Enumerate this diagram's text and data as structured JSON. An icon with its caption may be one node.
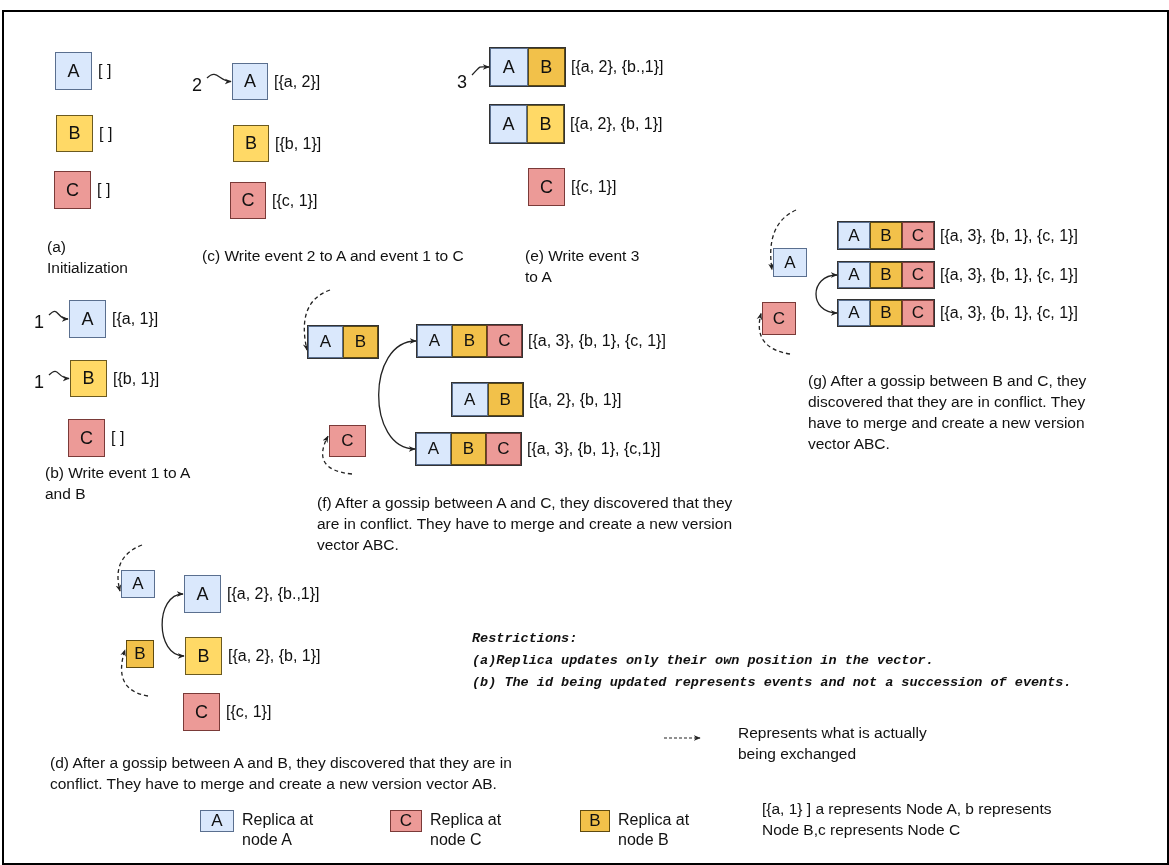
{
  "diagram": {
    "nodes": [
      {
        "text": [
          "A"
        ],
        "beside": [
          "[ ]"
        ]
      },
      {
        "text": [
          "B"
        ],
        "beside": [
          "[ ]"
        ]
      },
      {
        "text": [
          "C"
        ],
        "beside": [
          "[ ]"
        ]
      },
      {
        "text": [
          "1"
        ]
      },
      {
        "text": [
          "A"
        ],
        "beside": [
          "[{a, 1}]"
        ]
      },
      {
        "text": [
          "1"
        ]
      },
      {
        "text": [
          "B"
        ],
        "beside": [
          "[{b, 1}]"
        ]
      },
      {
        "text": [
          "C"
        ],
        "beside": [
          "[ ]"
        ]
      },
      {
        "text": [
          "2"
        ]
      },
      {
        "text": [
          "A"
        ],
        "beside": [
          "[{a, 2}]"
        ]
      },
      {
        "text": [
          "B"
        ],
        "beside": [
          "[{b, 1}]"
        ]
      },
      {
        "text": [
          "C"
        ],
        "beside": [
          "[{c, 1}]"
        ]
      },
      {
        "text": [
          "3"
        ]
      },
      {
        "text": [],
        "shape": "box",
        "beside": [
          "[{a, 2}, {b.,1}]"
        ]
      },
      {
        "text": [
          "A"
        ],
        "in": 13
      },
      {
        "text": [
          "B"
        ],
        "in": 13
      },
      {
        "text": [],
        "shape": "box",
        "beside": [
          "[{a, 2}, {b, 1}]"
        ]
      },
      {
        "text": [
          "A"
        ],
        "in": 16
      },
      {
        "text": [
          "B"
        ],
        "in": 16
      },
      {
        "text": [
          "C"
        ],
        "beside": [
          "[{c, 1}]"
        ]
      },
      {
        "text": [],
        "shape": "box"
      },
      {
        "text": [
          "A"
        ],
        "in": 20
      },
      {
        "text": [
          "B"
        ],
        "in": 20
      },
      {
        "text": [
          "C"
        ]
      },
      {
        "text": [],
        "shape": "box",
        "beside": [
          "[{a, 3}, {b, 1}, {c, 1}]"
        ]
      },
      {
        "text": [
          "A"
        ],
        "in": 24
      },
      {
        "text": [
          "B"
        ],
        "in": 24
      },
      {
        "text": [
          "C"
        ],
        "in": 24
      },
      {
        "text": [],
        "shape": "box",
        "beside": [
          "[{a, 2}, {b, 1}]"
        ]
      },
      {
        "text": [
          "A"
        ],
        "in": 28
      },
      {
        "text": [
          "B"
        ],
        "in": 28
      },
      {
        "text": [],
        "shape": "box",
        "beside": [
          "[{a, 3}, {b, 1}, {c,1}]"
        ]
      },
      {
        "text": [
          "A"
        ],
        "in": 31
      },
      {
        "text": [
          "B"
        ],
        "in": 31
      },
      {
        "text": [
          "C"
        ],
        "in": 31
      },
      {
        "text": [
          "A"
        ]
      },
      {
        "text": [
          "C"
        ]
      },
      {
        "text": [],
        "shape": "box",
        "beside": [
          "[{a, 3}, {b, 1}, {c, 1}]"
        ]
      },
      {
        "text": [
          "A"
        ],
        "in": 37
      },
      {
        "text": [
          "B"
        ],
        "in": 37
      },
      {
        "text": [
          "C"
        ],
        "in": 37
      },
      {
        "text": [],
        "shape": "box",
        "beside": [
          "[{a, 3}, {b, 1}, {c, 1}]"
        ]
      },
      {
        "text": [
          "A"
        ],
        "in": 41
      },
      {
        "text": [
          "B"
        ],
        "in": 41
      },
      {
        "text": [
          "C"
        ],
        "in": 41
      },
      {
        "text": [],
        "shape": "box",
        "beside": [
          "[{a, 3}, {b, 1}, {c, 1}]"
        ]
      },
      {
        "text": [
          "A"
        ],
        "in": 45
      },
      {
        "text": [
          "B"
        ],
        "in": 45
      },
      {
        "text": [
          "C"
        ],
        "in": 45
      },
      {
        "text": [
          "A"
        ]
      },
      {
        "text": [
          "B"
        ]
      },
      {
        "text": [
          "A"
        ],
        "beside": [
          "[{a, 2}, {b.,1}]"
        ]
      },
      {
        "text": [
          "B"
        ],
        "beside": [
          "[{a, 2}, {b, 1}]"
        ]
      },
      {
        "text": [
          "C"
        ],
        "beside": [
          "[{c, 1}]"
        ]
      },
      {
        "text": [
          "A"
        ],
        "beside": [
          "Replica at node A"
        ]
      },
      {
        "text": [
          "C"
        ],
        "beside": [
          "Replica at node C"
        ]
      },
      {
        "text": [
          "B"
        ],
        "beside": [
          "Replica at node B"
        ]
      }
    ],
    "edges": [
      {
        "from": 3,
        "to": 4,
        "arrow": "to"
      },
      {
        "from": 5,
        "to": 6,
        "arrow": "to"
      },
      {
        "from": 8,
        "to": 9,
        "arrow": "to"
      },
      {
        "from": 12,
        "to": 13,
        "arrow": "to"
      },
      {
        "from": null,
        "to": 20,
        "arrow": "to",
        "style": "dashed"
      },
      {
        "from": null,
        "to": 23,
        "arrow": "to",
        "style": "dashed"
      },
      {
        "from": 24,
        "to": 31,
        "arrow": "both"
      },
      {
        "from": null,
        "to": 35,
        "arrow": "to",
        "style": "dashed"
      },
      {
        "from": null,
        "to": 36,
        "arrow": "to",
        "style": "dashed"
      },
      {
        "from": 41,
        "to": 45,
        "arrow": "both"
      },
      {
        "from": null,
        "to": 49,
        "arrow": "to",
        "style": "dashed"
      },
      {
        "from": null,
        "to": 50,
        "arrow": "to",
        "style": "dashed"
      },
      {
        "from": 51,
        "to": 52,
        "arrow": "both"
      }
    ],
    "labels": [
      "(a) Initialization",
      "(c) Write event 2 to A and event 1 to C",
      "(e) Write event 3 to A",
      "(g) After a gossip between B and C, they discovered that they are in conflict. They have to merge and create a new version vector ABC.",
      "(b) Write event 1 to A and B",
      "(f) After a gossip between A and C, they discovered that they are in conflict. They have to merge and create a new version vector ABC.",
      "Restrictions:",
      "(a)Replica updates only their own position in the vector.",
      "(b) The id being updated represents events and not a succession of events.",
      "(d) After a gossip between A and B, they discovered that they are in conflict. They have to merge and create a new version vector AB.",
      "[{a, 1} ]  a represents Node A, b represents Node B,c represents Node C"
    ],
    "legend": [
      {
        "text": "Represents what is actually being exchanged"
      }
    ]
  }
}
